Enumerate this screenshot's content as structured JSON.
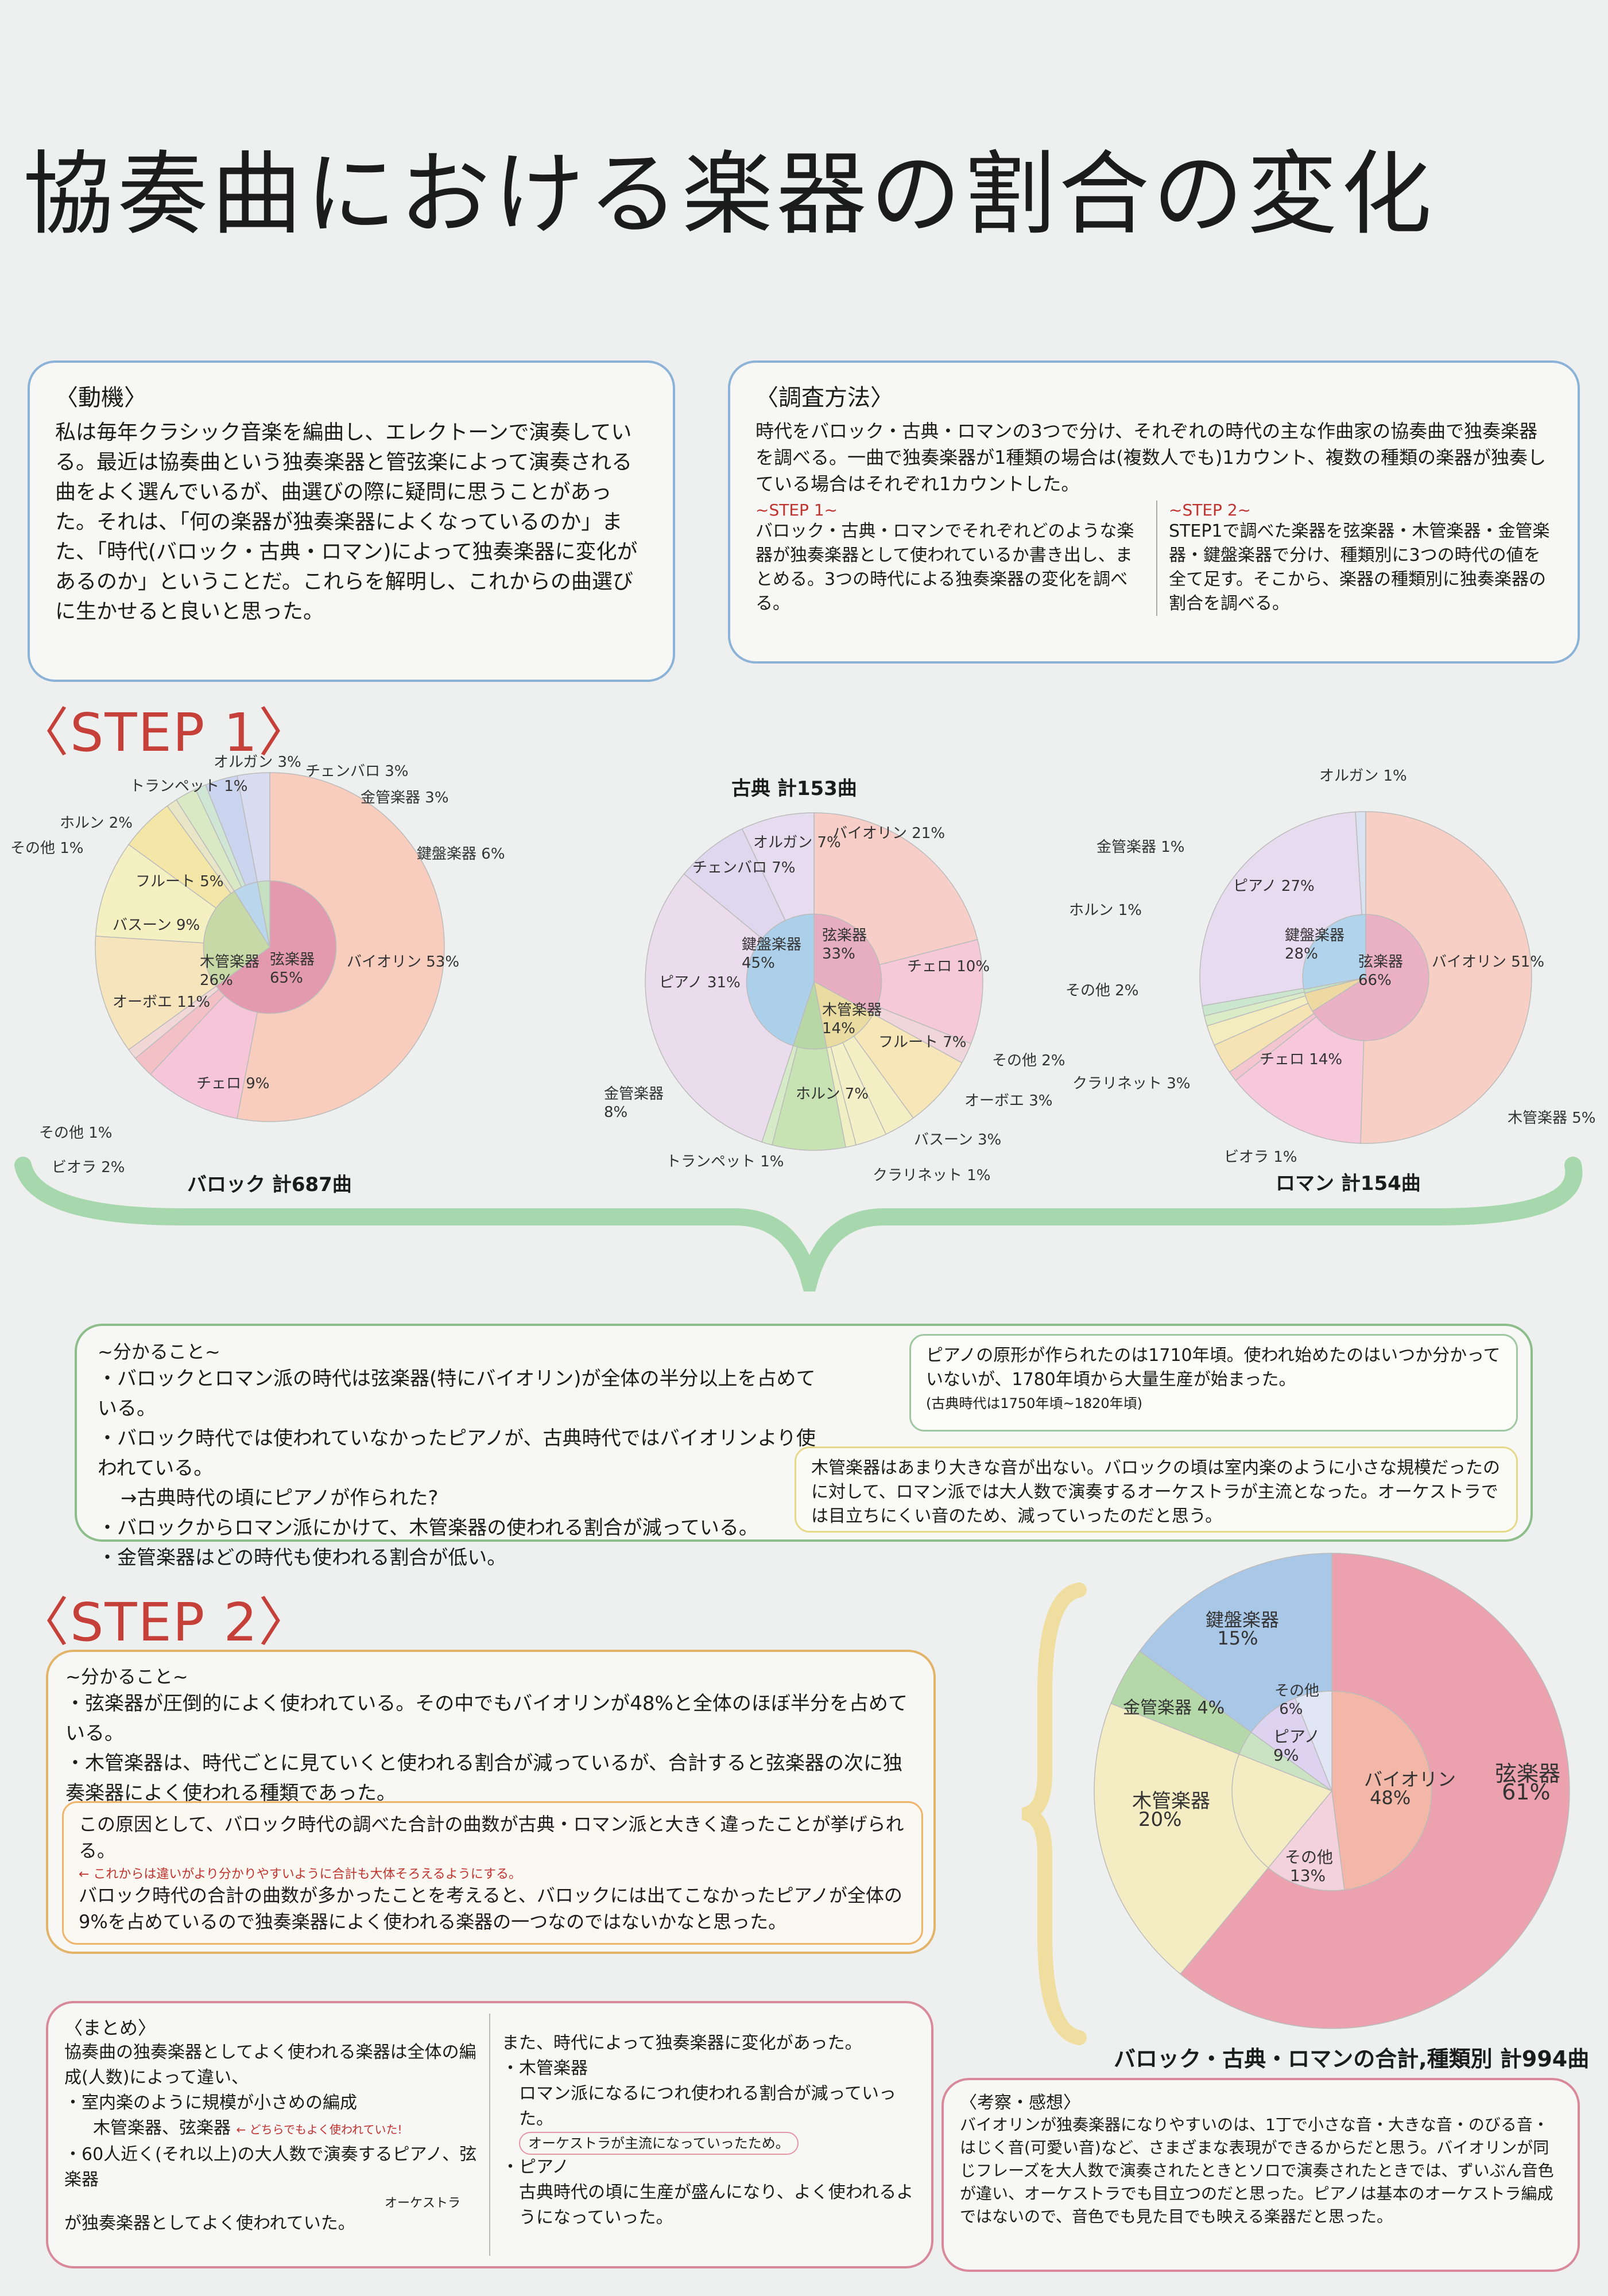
{
  "title": "協奏曲における楽器の割合の変化",
  "motive": {
    "heading": "〈動機〉",
    "body": "私は毎年クラシック音楽を編曲し、エレクトーンで演奏している。最近は協奏曲という独奏楽器と管弦楽によって演奏される曲をよく選んでいるが、曲選びの際に疑問に思うことがあった。それは、「何の楽器が独奏楽器によくなっているのか」また、「時代(バロック・古典・ロマン)によって独奏楽器に変化があるのか」ということだ。これらを解明し、これからの曲選びに生かせると良いと思った。"
  },
  "method": {
    "heading": "〈調査方法〉",
    "body": "時代をバロック・古典・ロマンの3つで分け、それぞれの時代の主な作曲家の協奏曲で独奏楽器を調べる。一曲で独奏楽器が1種類の場合は(複数人でも)1カウント、複数の種類の楽器が独奏している場合はそれぞれ1カウントした。",
    "step1_heading": "~STEP 1~",
    "step1_body": "バロック・古典・ロマンでそれぞれどのような楽器が独奏楽器として使われているか書き出し、まとめる。3つの時代による独奏楽器の変化を調べる。",
    "step2_heading": "~STEP 2~",
    "step2_body": "STEP1で調べた楽器を弦楽器・木管楽器・金管楽器・鍵盤楽器で分け、種類別に3つの時代の値を全て足す。そこから、楽器の種類別に独奏楽器の割合を調べる。"
  },
  "step1_title": "〈STEP 1〉",
  "step2_title": "〈STEP 2〉",
  "chart_data": [
    {
      "type": "pie",
      "title": "バロック 計687曲",
      "inner": [
        {
          "name": "弦楽器",
          "value": 65,
          "label": "65%",
          "color": "#e39aae"
        },
        {
          "name": "木管楽器",
          "value": 26,
          "label": "26%",
          "color": "#c7d9a6"
        },
        {
          "name": "鍵盤楽器",
          "value": 6,
          "color": "#b9d6ec"
        },
        {
          "name": "金管楽器",
          "value": 3,
          "color": "#c4e0c0"
        }
      ],
      "outer": [
        {
          "name": "バイオリン",
          "value": 53,
          "label": "バイオリン 53%",
          "color": "#f8cdbd"
        },
        {
          "name": "チェロ",
          "value": 9,
          "label": "チェロ 9%",
          "color": "#f6c6d8"
        },
        {
          "name": "ビオラ",
          "value": 2,
          "label": "ビオラ 2%",
          "color": "#f3c0c6"
        },
        {
          "name": "その他",
          "value": 1,
          "label": "その他 1%",
          "color": "#f2d7d7"
        },
        {
          "name": "オーボエ",
          "value": 11,
          "label": "オーボエ 11%",
          "color": "#f6e4bd"
        },
        {
          "name": "バスーン",
          "value": 9,
          "label": "バスーン 9%",
          "color": "#f5f0c2"
        },
        {
          "name": "フルート",
          "value": 5,
          "label": "フルート 5%",
          "color": "#f3e6a6"
        },
        {
          "name": "その他",
          "value": 1,
          "label": "その他 1%",
          "color": "#e9e6c8"
        },
        {
          "name": "ホルン",
          "value": 2,
          "label": "ホルン 2%",
          "color": "#d8e9c4"
        },
        {
          "name": "トランペット",
          "value": 1,
          "label": "トランペット 1%",
          "color": "#cfe6d4"
        },
        {
          "name": "オルガン",
          "value": 3,
          "label": "オルガン 3%",
          "color": "#cbd4ee"
        },
        {
          "name": "チェンバロ",
          "value": 3,
          "label": "チェンバロ 3%",
          "color": "#d7dcf0"
        }
      ]
    },
    {
      "type": "pie",
      "title": "古典 計153曲",
      "inner": [
        {
          "name": "弦楽器",
          "value": 33,
          "label": "33%",
          "color": "#e7adc0"
        },
        {
          "name": "木管楽器",
          "value": 14,
          "label": "14%",
          "color": "#eadba0"
        },
        {
          "name": "金管楽器",
          "value": 8,
          "color": "#b7d8a4"
        },
        {
          "name": "鍵盤楽器",
          "value": 45,
          "label": "45%",
          "color": "#acd0ea"
        }
      ],
      "outer": [
        {
          "name": "バイオリン",
          "value": 21,
          "label": "バイオリン 21%",
          "color": "#f7cfc8"
        },
        {
          "name": "チェロ",
          "value": 10,
          "label": "チェロ 10%",
          "color": "#f6c9d9"
        },
        {
          "name": "その他",
          "value": 2,
          "label": "その他 2%",
          "color": "#f0d6dc"
        },
        {
          "name": "フルート",
          "value": 7,
          "label": "フルート 7%",
          "color": "#f6e6b8"
        },
        {
          "name": "オーボエ",
          "value": 3,
          "label": "オーボエ 3%",
          "color": "#f4eec4"
        },
        {
          "name": "バスーン",
          "value": 3,
          "label": "バスーン 3%",
          "color": "#f3f0c8"
        },
        {
          "name": "クラリネット",
          "value": 1,
          "label": "クラリネット 1%",
          "color": "#eef0c4"
        },
        {
          "name": "ホルン",
          "value": 7,
          "label": "ホルン 7%",
          "color": "#c7e2b3"
        },
        {
          "name": "トランペット",
          "value": 1,
          "label": "トランペット 1%",
          "color": "#d6eac7"
        },
        {
          "name": "ピアノ",
          "value": 31,
          "label": "ピアノ 31%",
          "color": "#eadcec"
        },
        {
          "name": "チェンバロ",
          "value": 7,
          "label": "チェンバロ 7%",
          "color": "#ded7ee"
        },
        {
          "name": "オルガン",
          "value": 7,
          "label": "オルガン 7%",
          "color": "#e6dcef"
        }
      ]
    },
    {
      "type": "pie",
      "title": "ロマン 計154曲",
      "inner": [
        {
          "name": "弦楽器",
          "value": 66,
          "label": "66%",
          "color": "#eab1c4"
        },
        {
          "name": "木管楽器",
          "value": 5,
          "color": "#eed9a2"
        },
        {
          "name": "金管楽器",
          "value": 1,
          "color": "#c4e3c3"
        },
        {
          "name": "鍵盤楽器",
          "value": 28,
          "label": "28%",
          "color": "#b1d3ec"
        }
      ],
      "outer": [
        {
          "name": "バイオリン",
          "value": 51,
          "label": "バイオリン 51%",
          "color": "#f8cfc4"
        },
        {
          "name": "チェロ",
          "value": 14,
          "label": "チェロ 14%",
          "color": "#f6c8da"
        },
        {
          "name": "ビオラ",
          "value": 1,
          "label": "ビオラ 1%",
          "color": "#f3c6cf"
        },
        {
          "name": "クラリネット",
          "value": 3,
          "label": "クラリネット 3%",
          "color": "#f6e3b3"
        },
        {
          "name": "その他",
          "value": 2,
          "label": "その他 2%",
          "color": "#f3ecbf"
        },
        {
          "name": "ホルン",
          "value": 1,
          "label": "ホルン 1%",
          "color": "#d9ecc7"
        },
        {
          "name": "金管楽器",
          "value": 1,
          "label": "金管楽器 1%",
          "color": "#cbe6cf"
        },
        {
          "name": "ピアノ",
          "value": 27,
          "label": "ピアノ 27%",
          "color": "#e7dbef"
        },
        {
          "name": "オルガン",
          "value": 1,
          "label": "オルガン 1%",
          "color": "#d9e2f1"
        }
      ],
      "callout": "木管楽器 5%"
    },
    {
      "type": "pie",
      "title": "バロック・古典・ロマンの合計,種類別 計994曲",
      "inner": [
        {
          "name": "バイオリン",
          "value": 48,
          "label": "48%",
          "color": "#f2b7a6"
        },
        {
          "name": "その他",
          "value": 13,
          "label": "13%",
          "color": "#f3d2de"
        },
        {
          "name": "木管",
          "value": 20,
          "color": "#f4ecc3"
        },
        {
          "name": "金管",
          "value": 4,
          "color": "#c9e3c3"
        },
        {
          "name": "ピアノ",
          "value": 9,
          "label": "9%",
          "color": "#ddd2ef"
        },
        {
          "name": "その他",
          "value": 6,
          "label": "6%",
          "color": "#e0e6f4"
        }
      ],
      "outer": [
        {
          "name": "弦楽器",
          "value": 61,
          "label": "61%",
          "color": "#eba2ae"
        },
        {
          "name": "木管楽器",
          "value": 20,
          "label": "20%",
          "color": "#f4ecc3"
        },
        {
          "name": "金管楽器",
          "value": 4,
          "label": "4%",
          "color": "#b5d8a8"
        },
        {
          "name": "鍵盤楽器",
          "value": 15,
          "label": "15%",
          "color": "#a9c8e8"
        }
      ]
    }
  ],
  "step1_findings": {
    "heading": "~分かること~",
    "items": [
      "・バロックとロマン派の時代は弦楽器(特にバイオリン)が全体の半分以上を占めている。",
      "・バロック時代では使われていなかったピアノが、古典時代ではバイオリンより使われている。",
      "→古典時代の頃にピアノが作られた?",
      "・バロックからロマン派にかけて、木管楽器の使われる割合が減っている。",
      "・金管楽器はどの時代も使われる割合が低い。"
    ],
    "note1": "ピアノの原形が作られたのは1710年頃。使われ始めたのはいつか分かっていないが、1780年頃から大量生産が始まった。",
    "note1_sub": "(古典時代は1750年頃~1820年頃)",
    "note2": "木管楽器はあまり大きな音が出ない。バロックの頃は室内楽のように小さな規模だったのに対して、ロマン派では大人数で演奏するオーケストラが主流となった。オーケストラでは目立ちにくい音のため、減っていったのだと思う。"
  },
  "step2_findings": {
    "heading": "~分かること~",
    "items": [
      "・弦楽器が圧倒的によく使われている。その中でもバイオリンが48%と全体のほぼ半分を占めている。",
      "・木管楽器は、時代ごとに見ていくと使われる割合が減っているが、合計すると弦楽器の次に独奏楽器によく使われる種類であった。"
    ],
    "reason1": "この原因として、バロック時代の調べた合計の曲数が古典・ロマン派と大きく違ったことが挙げられる。",
    "reason1_note": "← これからは違いがより分かりやすいように合計も大体そろえるようにする。",
    "reason2": "バロック時代の合計の曲数が多かったことを考えると、バロックには出てこなかったピアノが全体の9%を占めているので独奏楽器によく使われる楽器の一つなのではないかなと思った。"
  },
  "summary": {
    "heading": "〈まとめ〉",
    "left": [
      "協奏曲の独奏楽器としてよく使われる楽器は全体の編成(人数)によって違い、",
      "・室内楽のように規模が小さめの編成",
      "木管楽器、弦楽器",
      "・60人近く(それ以上)の大人数で演奏するピアノ、弦楽器",
      "が独奏楽器としてよく使われていた。"
    ],
    "left_note1": "← どちらでもよく使われていた!",
    "left_note2": "オーケストラ",
    "right": [
      "また、時代によって独奏楽器に変化があった。",
      "・木管楽器",
      "ロマン派になるにつれ使われる割合が減っていった。",
      "・ピアノ",
      "古典時代の頃に生産が盛んになり、よく使われるようになっていった。"
    ],
    "right_note": "オーケストラが主流になっていったため。"
  },
  "consideration": {
    "heading": "〈考察・感想〉",
    "body": "バイオリンが独奏楽器になりやすいのは、1丁で小さな音・大きな音・のびる音・はじく音(可愛い音)など、さまざまな表現ができるからだと思う。バイオリンが同じフレーズを大人数で演奏されたときとソロで演奏されたときでは、ずいぶん音色が違い、オーケストラでも目立つのだと思った。ピアノは基本のオーケストラ編成ではないので、音色でも見た目でも映える楽器だと思った。"
  },
  "colors": {
    "step": "#c6403a",
    "motive_border": "#8db2d8",
    "step1_border": "#8dbd8a",
    "step2_border": "#e2b46a",
    "summary_border": "#d98a9a",
    "brace": "#8fcf96",
    "brace2": "#f0dea0"
  }
}
